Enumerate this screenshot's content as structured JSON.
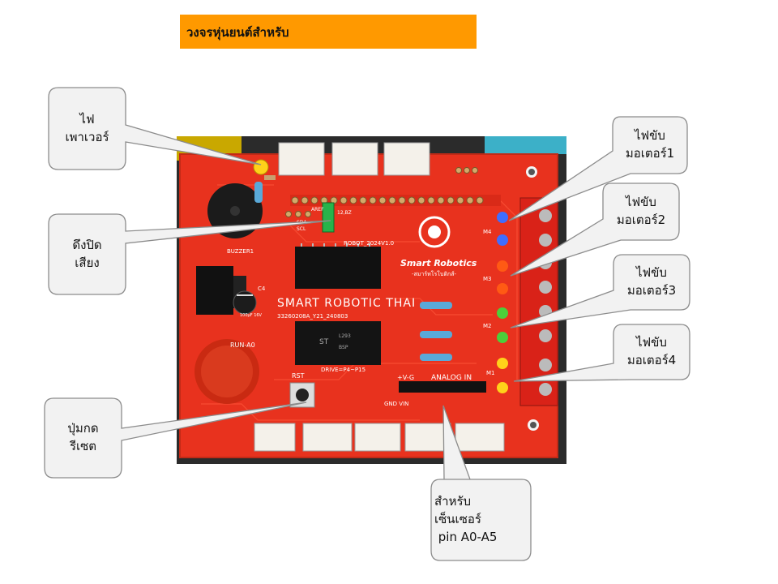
{
  "title": "วงจรหุ่นยนต์สำหรับ",
  "colors": {
    "title_bg": "#ff9900",
    "board": "#e8321e",
    "callout_bg": "#f2f2f2",
    "callout_border": "#8c8c8c"
  },
  "callouts": {
    "power_led": [
      "ไฟ",
      "เพาเวอร์"
    ],
    "mute_jumper": [
      "ดึงปิด",
      "เสียง"
    ],
    "reset_button": [
      "ปุ่มกด",
      "รีเซต"
    ],
    "motor1_led": [
      "ไฟขับ",
      "มอเตอร์1"
    ],
    "motor2_led": [
      "ไฟขับ",
      "มอเตอร์2"
    ],
    "motor3_led": [
      "ไฟขับ",
      "มอเตอร์3"
    ],
    "motor4_led": [
      "ไฟขับ",
      "มอเตอร์4"
    ],
    "sensor_pins": [
      "สำหรับ",
      "เซ็นเซอร์",
      " pin A0-A5"
    ]
  },
  "board": {
    "brand_line1": "Smart Robotics",
    "brand_line2": "-สมาร์ทโรโบติกส์-",
    "name": "SMART ROBOTIC THAI",
    "serial": "33260208A_Y21_240803",
    "version": "ROBOT_2024V1.0",
    "buzzer_label": "BUZZER1",
    "run_label": "RUN-A0",
    "rst_label": "RST",
    "analog_label": "ANALOG IN",
    "power_rail_label": "+V-G",
    "gnd_vin_label": "GND VIN",
    "drive_label": "DRIVE=P4~P15",
    "aref_label": "AREF",
    "sda_label": "SDA",
    "scl_label": "SCL",
    "pin_label": "12,BZ",
    "motor_labels": [
      "M4",
      "M3",
      "M2",
      "M1"
    ],
    "cap_label": "C4",
    "cap_value": "100μF 16V",
    "chip_marking": [
      "ST",
      "L293",
      "BSP"
    ]
  }
}
